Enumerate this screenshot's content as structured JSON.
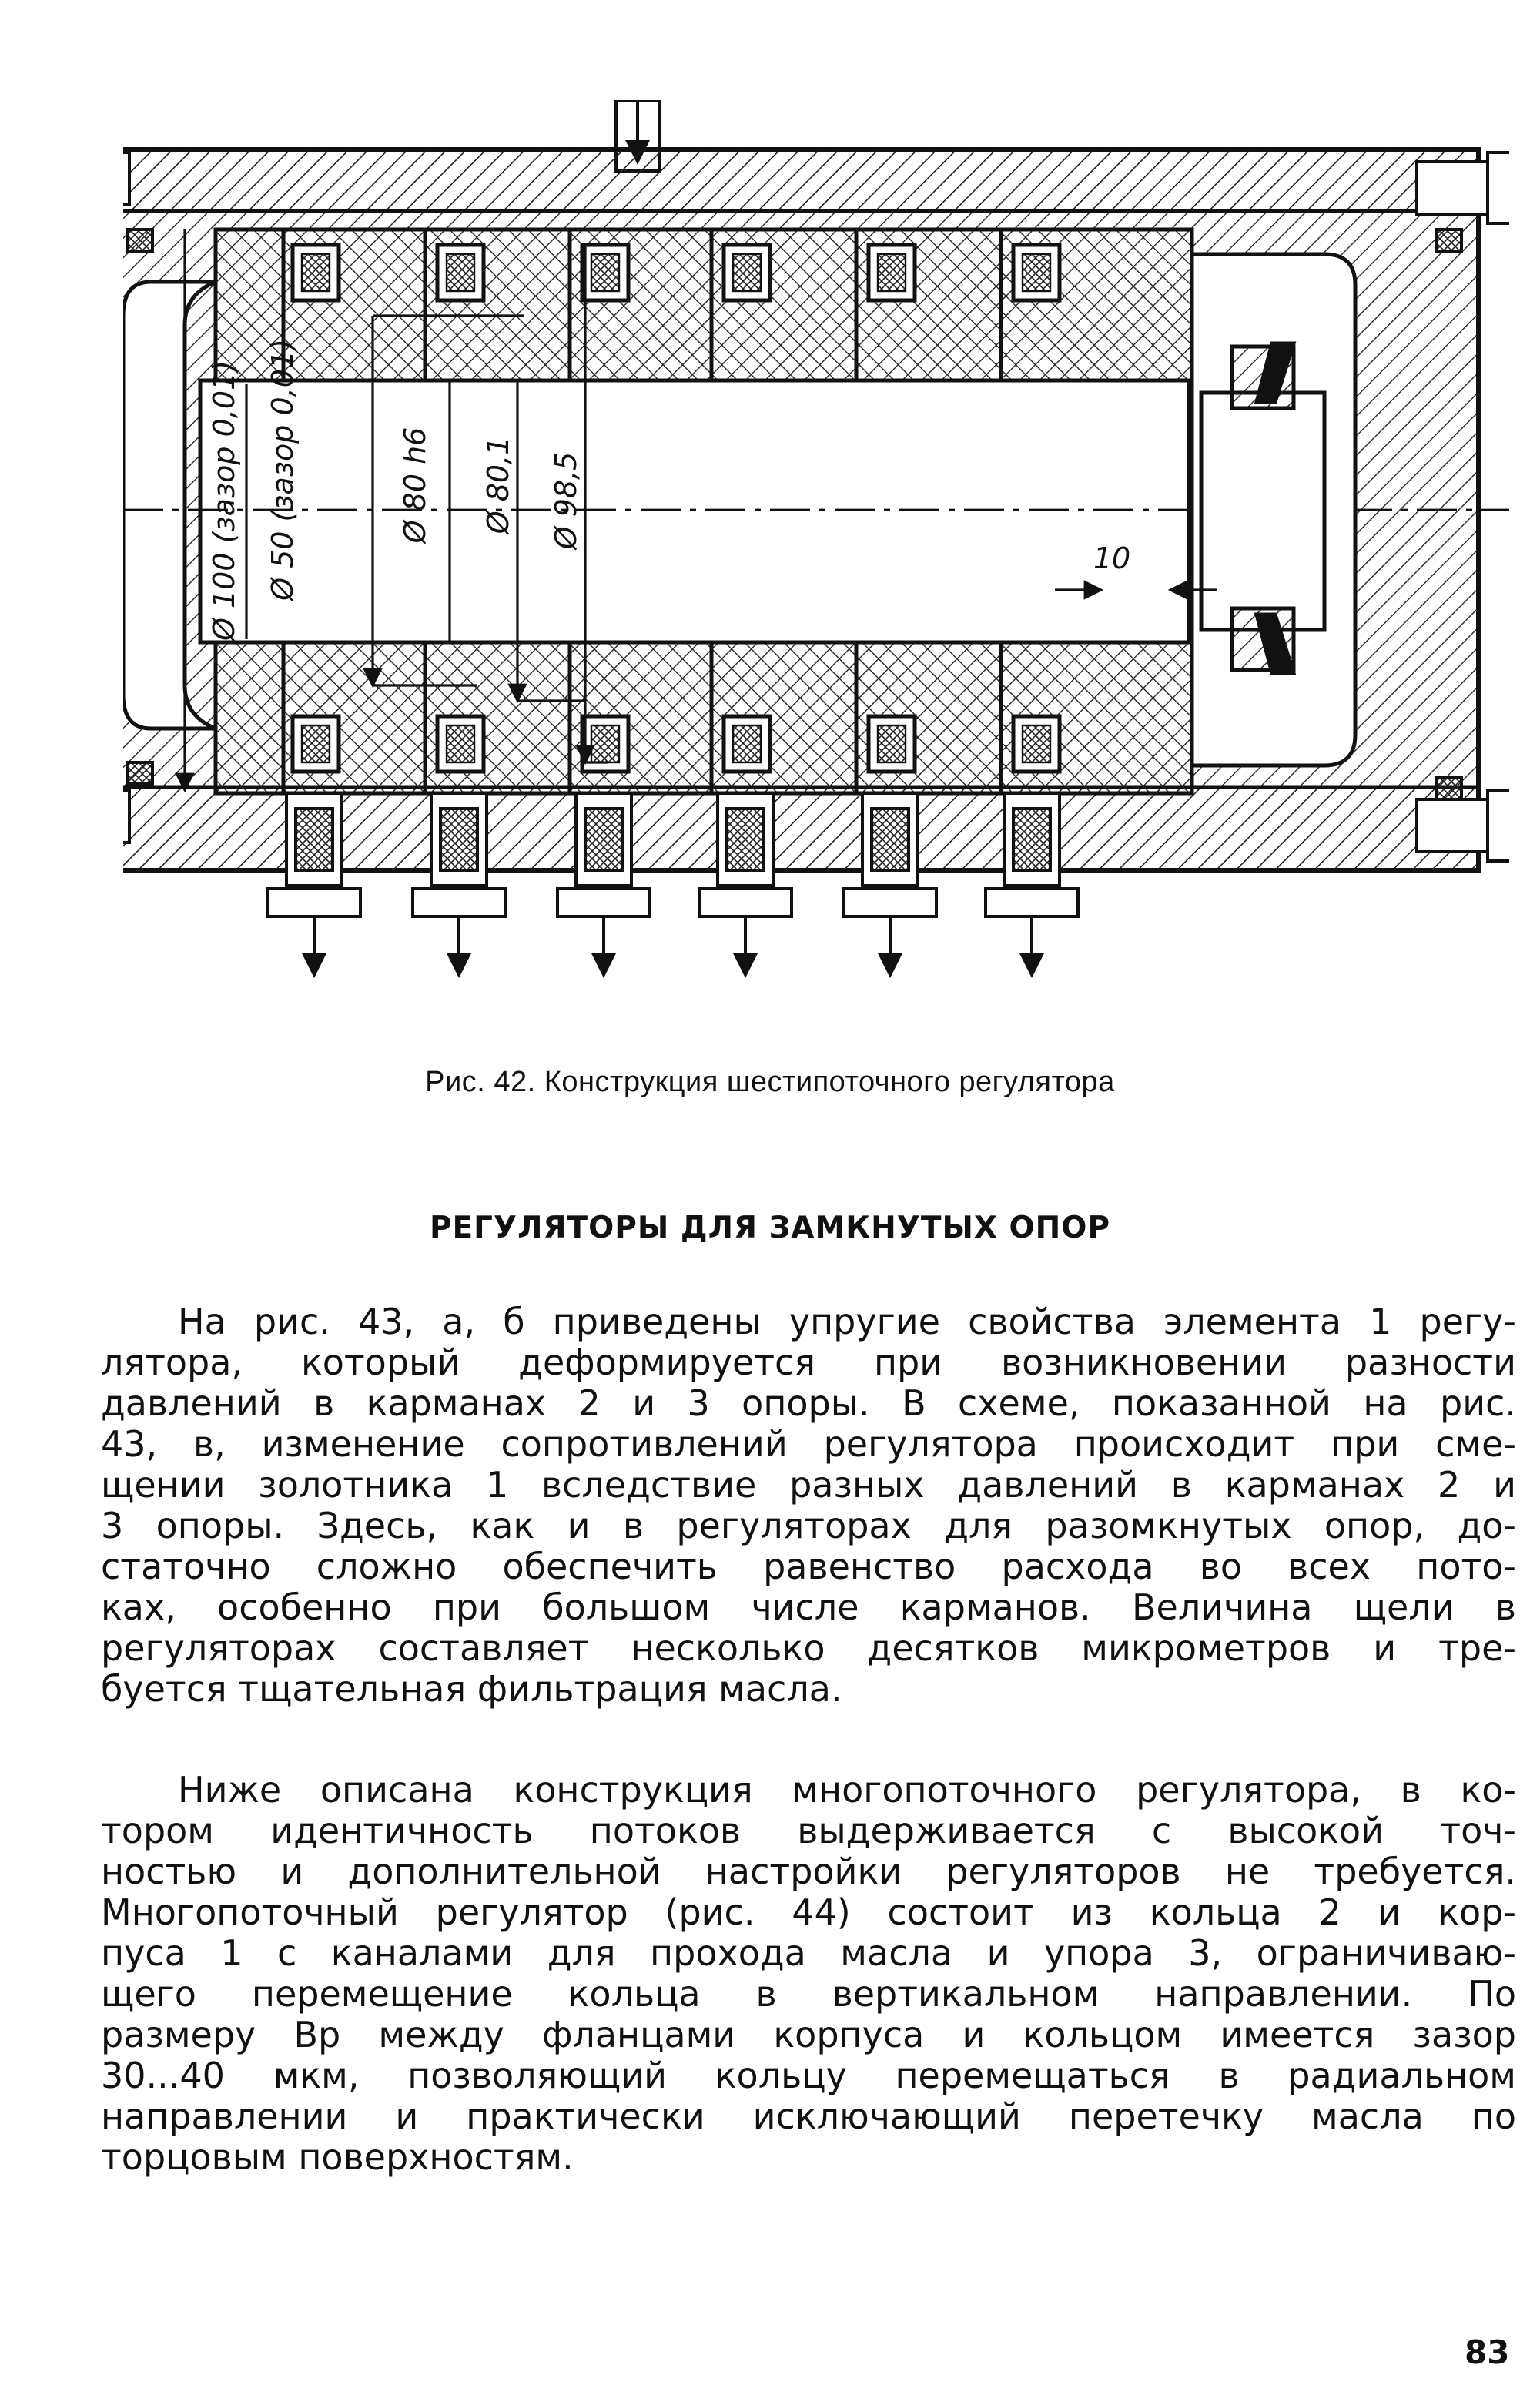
{
  "figure": {
    "dimension_labels": {
      "d100": "Ø 100 (зазор 0,01)",
      "d50": "Ø 50 (зазор 0,01)",
      "d80h6": "Ø 80 h6",
      "d80_1": "Ø 80,1",
      "d98_5": "Ø 98,5",
      "gap10": "10"
    },
    "caption": "Рис. 42. Конструкция шестипоточного регулятора"
  },
  "heading": "РЕГУЛЯТОРЫ ДЛЯ ЗАМКНУТЫХ ОПОР",
  "paragraph1": [
    "На рис. 43, а, б приведены упругие свойства элемента 1 регу-",
    "лятора, который деформируется при возникновении разности",
    "давлений в карманах 2 и 3 опоры. В схеме, показанной на рис.",
    "43, в, изменение сопротивлений регулятора происходит при сме-",
    "щении золотника 1 вследствие разных давлений в карманах 2 и",
    "3 опоры. Здесь, как и в регуляторах для разомкнутых опор, до-",
    "статочно сложно обеспечить равенство расхода во всех пото-",
    "ках, особенно при большом числе карманов. Величина щели в",
    "регуляторах составляет несколько десятков микрометров и тре-",
    "буется тщательная фильтрация масла."
  ],
  "paragraph2": [
    "Ниже описана конструкция многопоточного регулятора, в ко-",
    "тором идентичность потоков выдерживается с высокой точ-",
    "ностью и дополнительной настройки регуляторов не требуется.",
    "Многопоточный регулятор (рис. 44) состоит из кольца 2 и кор-",
    "пуса 1 с каналами для прохода масла и упора 3, ограничиваю-",
    "щего перемещение кольца в вертикальном направлении. По",
    "размеру Bр между фланцами корпуса и кольцом имеется зазор",
    "30...40 мкм, позволяющий кольцу перемещаться в радиальном",
    "направлении и практически исключающий перетечку масла по",
    "торцовым поверхностям."
  ],
  "page_number": "83"
}
